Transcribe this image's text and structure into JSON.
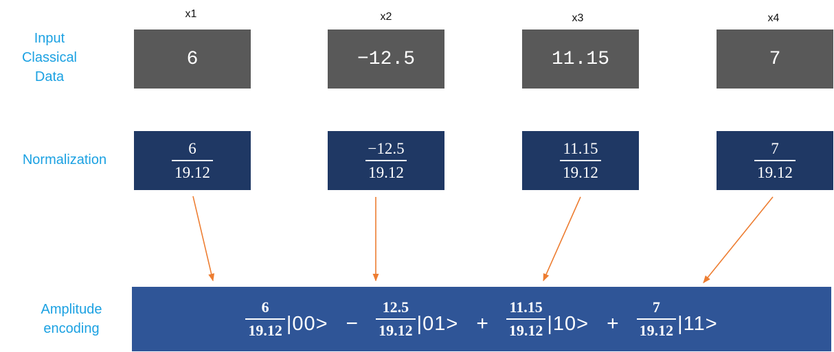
{
  "row_labels": {
    "input": "Input\nClassical\nData",
    "normalization": "Normalization",
    "amplitude": "Amplitude\nencoding"
  },
  "variables": [
    "x1",
    "x2",
    "x3",
    "x4"
  ],
  "inputs": [
    "6",
    "−12.5",
    "11.15",
    "7"
  ],
  "normalization": [
    {
      "num": "6",
      "den": "19.12"
    },
    {
      "num": "−12.5",
      "den": "19.12"
    },
    {
      "num": "11.15",
      "den": "19.12"
    },
    {
      "num": "7",
      "den": "19.12"
    }
  ],
  "encoding": {
    "terms": [
      {
        "num": "6",
        "den": "19.12",
        "ket": "|00>"
      },
      {
        "num": "12.5",
        "den": "19.12",
        "ket": "|01>"
      },
      {
        "num": "11.15",
        "den": "19.12",
        "ket": "|10>"
      },
      {
        "num": "7",
        "den": "19.12",
        "ket": "|11>"
      }
    ],
    "operators": [
      "−",
      "+",
      "+"
    ]
  },
  "colors": {
    "label": "#1ba1e2",
    "input_box": "#595959",
    "norm_box": "#1f3864",
    "encoding_box": "#2f5597",
    "arrow": "#ed7d31"
  }
}
